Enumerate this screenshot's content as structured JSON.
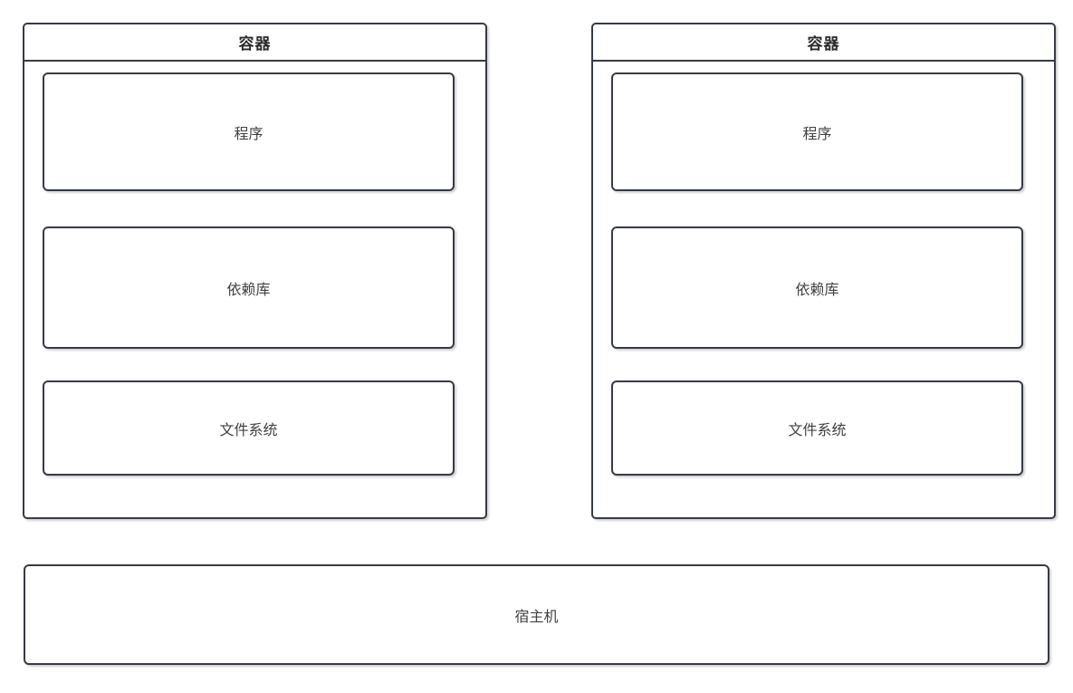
{
  "diagram": {
    "containers": [
      {
        "title": "容器",
        "layers": [
          {
            "label": "程序"
          },
          {
            "label": "依赖库"
          },
          {
            "label": "文件系统"
          }
        ]
      },
      {
        "title": "容器",
        "layers": [
          {
            "label": "程序"
          },
          {
            "label": "依赖库"
          },
          {
            "label": "文件系统"
          }
        ]
      }
    ],
    "host": {
      "label": "宿主机"
    },
    "colors": {
      "border": "#363b45",
      "header_text": "#2b2b2b",
      "body_text": "#404040",
      "background": "#ffffff"
    }
  }
}
